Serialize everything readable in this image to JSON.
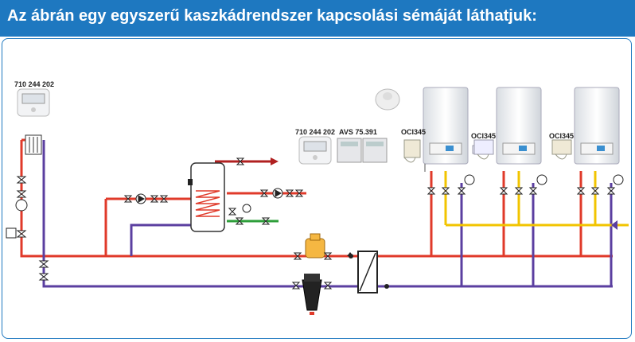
{
  "header": {
    "title": "Az ábrán egy egyszerű kaszkádrendszer kapcsolási sémáját láthatjuk:"
  },
  "labels": {
    "thermostat_left": "710 244 202",
    "thermostat_mid": "710 244 202",
    "controller": "AVS 75.391",
    "oci_1": "OCI345",
    "oci_2": "OCI345",
    "oci_3": "OCI345"
  },
  "colors": {
    "header": "#1e78c0",
    "flow_pipe": "#e03a2a",
    "return_pipe": "#5b3fa0",
    "gas_pipe": "#f2c400",
    "dhw_pipe": "#2e9e3a",
    "hot_water_out": "#b02020"
  }
}
